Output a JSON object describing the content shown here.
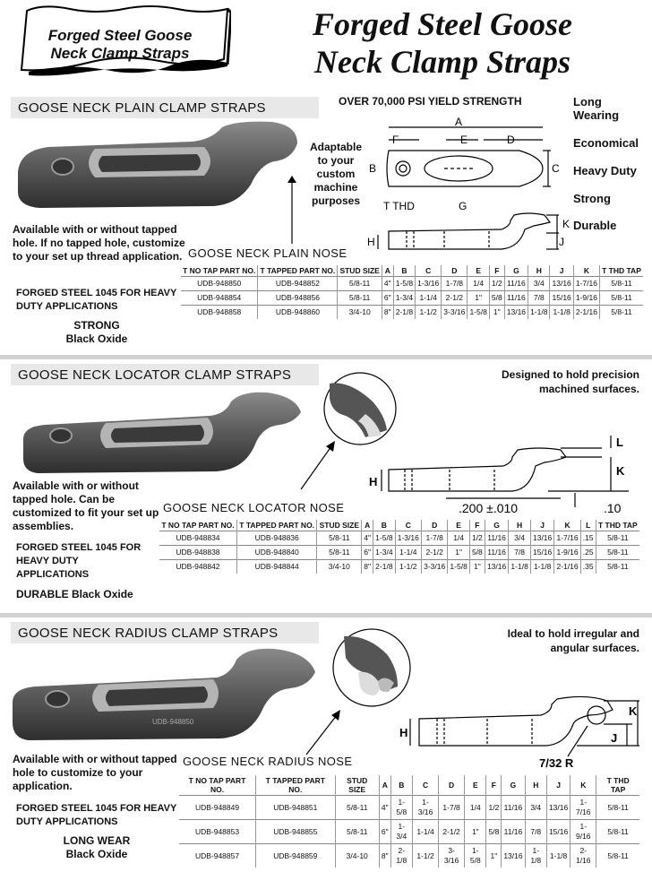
{
  "banner": {
    "line1": "Forged Steel Goose",
    "line2": "Neck Clamp Straps"
  },
  "main_title": {
    "line1": "Forged Steel Goose",
    "line2": "Neck Clamp Straps"
  },
  "features": [
    "Long Wearing",
    "Economical",
    "Heavy Duty",
    "Strong",
    "Durable"
  ],
  "plain": {
    "title": "GOOSE NECK PLAIN CLAMP STRAPS",
    "yield": "OVER 70,000 PSI YIELD STRENGTH",
    "adaptable": "Adaptable to your custom machine purposes",
    "available": "Available with or without tapped hole.  If no tapped hole, customize to your set up thread application.",
    "nose_label": "GOOSE NECK PLAIN NOSE",
    "forged": "FORGED STEEL 1045 FOR HEAVY DUTY APPLICATIONS",
    "finish1": "STRONG",
    "finish2": "Black Oxide",
    "dims": {
      "A": "A",
      "D": "D",
      "E": "E",
      "F": "F",
      "B": "B",
      "C": "C",
      "G": "G",
      "tthd": "T THD",
      "H": "H",
      "J": "J",
      "K": "K"
    },
    "headers": [
      "T NO TAP PART NO.",
      "T TAPPED PART NO.",
      "STUD SIZE",
      "A",
      "B",
      "C",
      "D",
      "E",
      "F",
      "G",
      "H",
      "J",
      "K",
      "T THD TAP"
    ],
    "rows": [
      [
        "UDB-948850",
        "UDB-948852",
        "5/8-11",
        "4\"",
        "1-5/8",
        "1-3/16",
        "1-7/8",
        "1/4",
        "1/2",
        "11/16",
        "3/4",
        "13/16",
        "1-7/16",
        "5/8-11"
      ],
      [
        "UDB-948854",
        "UDB-948856",
        "5/8-11",
        "6\"",
        "1-3/4",
        "1-1/4",
        "2-1/2",
        "1\"",
        "5/8",
        "11/16",
        "7/8",
        "15/16",
        "1-9/16",
        "5/8-11"
      ],
      [
        "UDB-948858",
        "UDB-948860",
        "3/4-10",
        "8\"",
        "2-1/8",
        "1-1/2",
        "3-3/16",
        "1-5/8",
        "1\"",
        "13/16",
        "1-1/8",
        "1-1/8",
        "2-1/16",
        "5/8-11"
      ]
    ]
  },
  "locator": {
    "title": "GOOSE NECK LOCATOR CLAMP STRAPS",
    "designed": "Designed to hold precision machined surfaces.",
    "available": "Available with or without tapped hole.  Can be customized to fit your set up assemblies.",
    "nose_label": "GOOSE NECK LOCATOR NOSE",
    "forged": "FORGED STEEL 1045 FOR HEAVY DUTY APPLICATIONS",
    "finish": "DURABLE  Black Oxide",
    "dim_h": "H",
    "dim_k": "K",
    "dim_l": "L",
    "dim_200": ".200  ±.010",
    "dim_10": ".10",
    "headers": [
      "T NO TAP PART NO.",
      "T TAPPED PART NO.",
      "STUD SIZE",
      "A",
      "B",
      "C",
      "D",
      "E",
      "F",
      "G",
      "H",
      "J",
      "K",
      "L",
      "T THD TAP"
    ],
    "rows": [
      [
        "UDB-948834",
        "UDB-948836",
        "5/8-11",
        "4\"",
        "1-5/8",
        "1-3/16",
        "1-7/8",
        "1/4",
        "1/2",
        "11/16",
        "3/4",
        "13/16",
        "1-7/16",
        ".15",
        "5/8-11"
      ],
      [
        "UDB-948838",
        "UDB-948840",
        "5/8-11",
        "6\"",
        "1-3/4",
        "1-1/4",
        "2-1/2",
        "1\"",
        "5/8",
        "11/16",
        "7/8",
        "15/16",
        "1-9/16",
        ".25",
        "5/8-11"
      ],
      [
        "UDB-948842",
        "UDB-948844",
        "3/4-10",
        "8\"",
        "2-1/8",
        "1-1/2",
        "3-3/16",
        "1-5/8",
        "1\"",
        "13/16",
        "1-1/8",
        "1-1/8",
        "2-1/16",
        ".35",
        "5/8-11"
      ]
    ]
  },
  "radius": {
    "title": "GOOSE NECK RADIUS CLAMP STRAPS",
    "ideal": "Ideal to hold irregular and angular surfaces.",
    "available": "Available with or without tapped hole to customize to your application.",
    "nose_label": "GOOSE NECK RADIUS NOSE",
    "forged": "FORGED STEEL 1045 FOR HEAVY DUTY APPLICATIONS",
    "finish1": "LONG WEAR",
    "finish2": "Black Oxide",
    "stamp": "UDB-948850",
    "dim_h": "H",
    "dim_j": "J",
    "dim_k": "K",
    "dim_r": "7/32 R",
    "headers": [
      "T NO TAP PART NO.",
      "T TAPPED PART NO.",
      "STUD SIZE",
      "A",
      "B",
      "C",
      "D",
      "E",
      "F",
      "G",
      "H",
      "J",
      "K",
      "T THD TAP"
    ],
    "rows": [
      [
        "UDB-948849",
        "UDB-948851",
        "5/8-11",
        "4\"",
        "1-5/8",
        "1-3/16",
        "1-7/8",
        "1/4",
        "1/2",
        "11/16",
        "3/4",
        "13/16",
        "1-7/16",
        "5/8-11"
      ],
      [
        "UDB-948853",
        "UDB-948855",
        "5/8-11",
        "6\"",
        "1-3/4",
        "1-1/4",
        "2-1/2",
        "1\"",
        "5/8",
        "11/16",
        "7/8",
        "15/16",
        "1-9/16",
        "5/8-11"
      ],
      [
        "UDB-948857",
        "UDB-948859",
        "3/4-10",
        "8\"",
        "2-1/8",
        "1-1/2",
        "3-3/16",
        "1-5/8",
        "1\"",
        "13/16",
        "1-1/8",
        "1-1/8",
        "2-1/16",
        "5/8-11"
      ]
    ]
  }
}
